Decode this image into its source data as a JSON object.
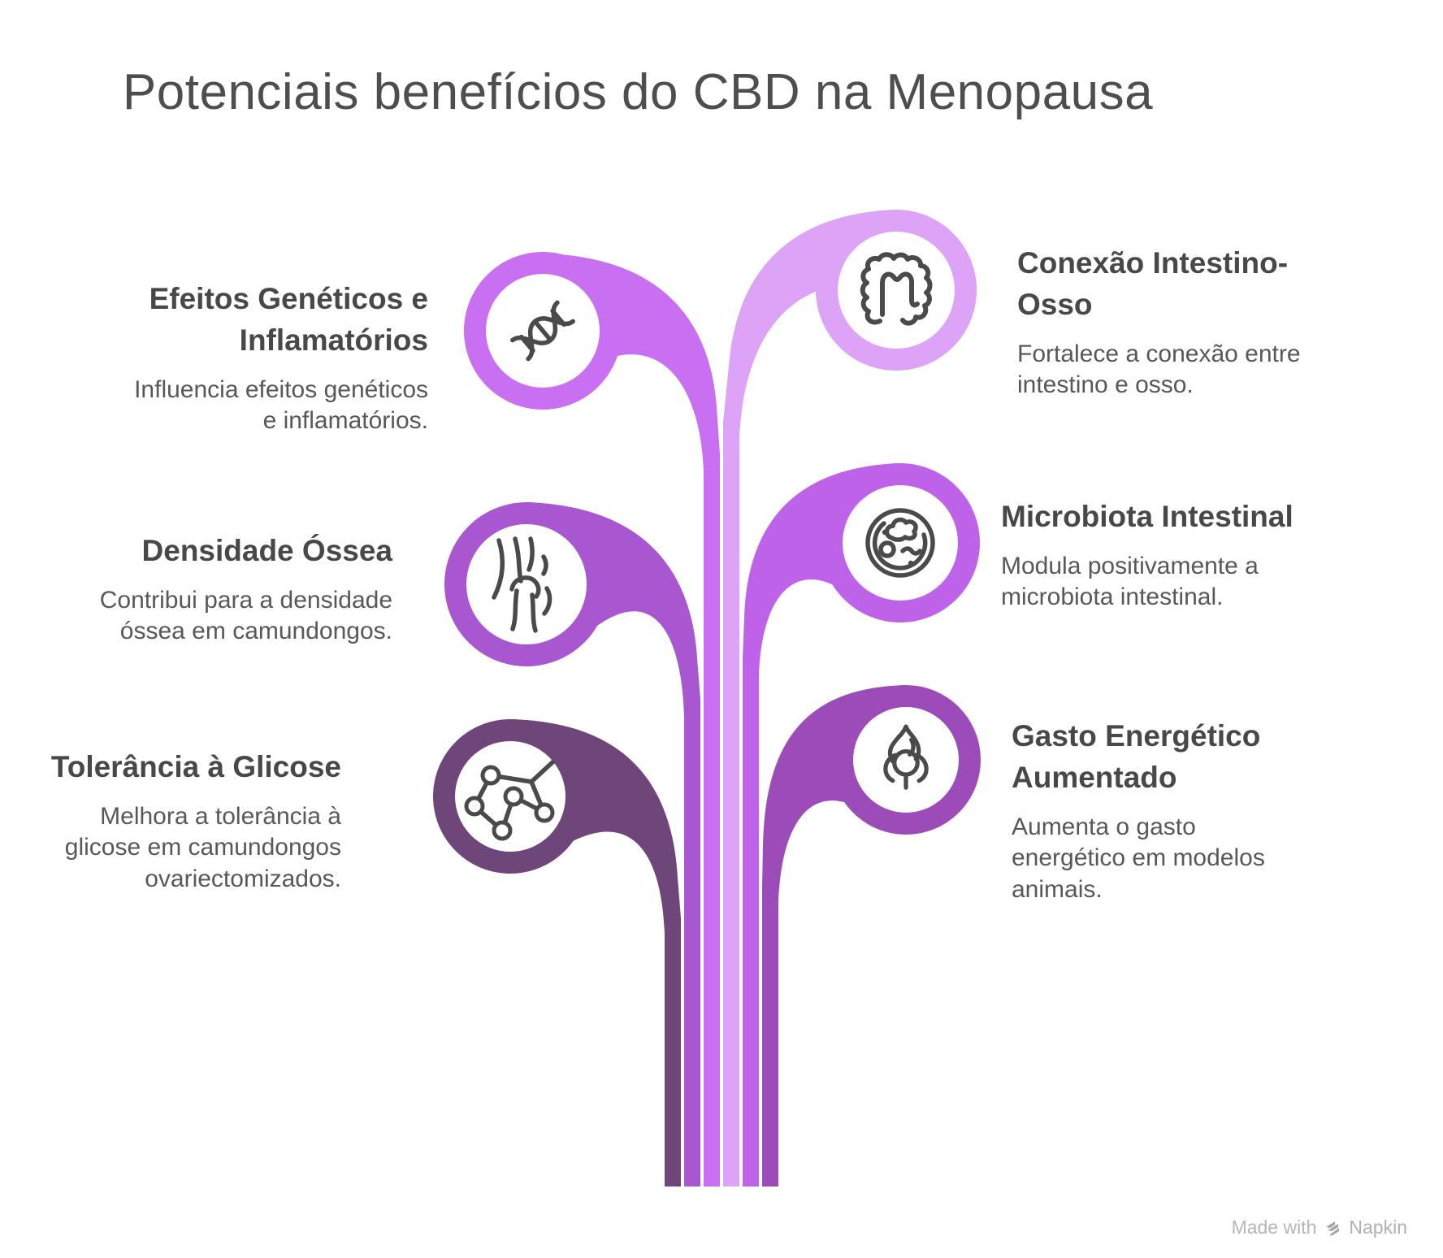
{
  "title": "Potenciais benefícios do CBD na Menopausa",
  "items": [
    {
      "id": "genetic-effects",
      "title": "Efeitos Genéticos e\nInflamatórios",
      "description": "Influencia efeitos genéticos\ne inflamatórios.",
      "icon": "dna-icon",
      "color": "#C96FF2"
    },
    {
      "id": "bone-density",
      "title": "Densidade Óssea",
      "description": "Contribui para a densidade\nóssea em camundongos.",
      "icon": "knee-joint-icon",
      "color": "#A956D1"
    },
    {
      "id": "glucose-tolerance",
      "title": "Tolerância à Glicose",
      "description": "Melhora a tolerância à\nglicose em camundongos\novariectomizados.",
      "icon": "molecule-icon",
      "color": "#6F4679"
    },
    {
      "id": "gut-bone-connection",
      "title": "Conexão Intestino-\nOsso",
      "description": "Fortalece a conexão entre\nintestino e osso.",
      "icon": "intestine-icon",
      "color": "#DDA3F6"
    },
    {
      "id": "gut-microbiota",
      "title": "Microbiota Intestinal",
      "description": "Modula positivamente a\nmicrobiota intestinal.",
      "icon": "petri-dish-icon",
      "color": "#BE63E9"
    },
    {
      "id": "energy-expenditure",
      "title": "Gasto Energético\nAumentado",
      "description": "Aumenta o gasto\nenergético em modelos\nanimais.",
      "icon": "flame-icon",
      "color": "#9C4CB8"
    }
  ],
  "watermark": {
    "prefix": "Made with",
    "brand": "Napkin"
  }
}
